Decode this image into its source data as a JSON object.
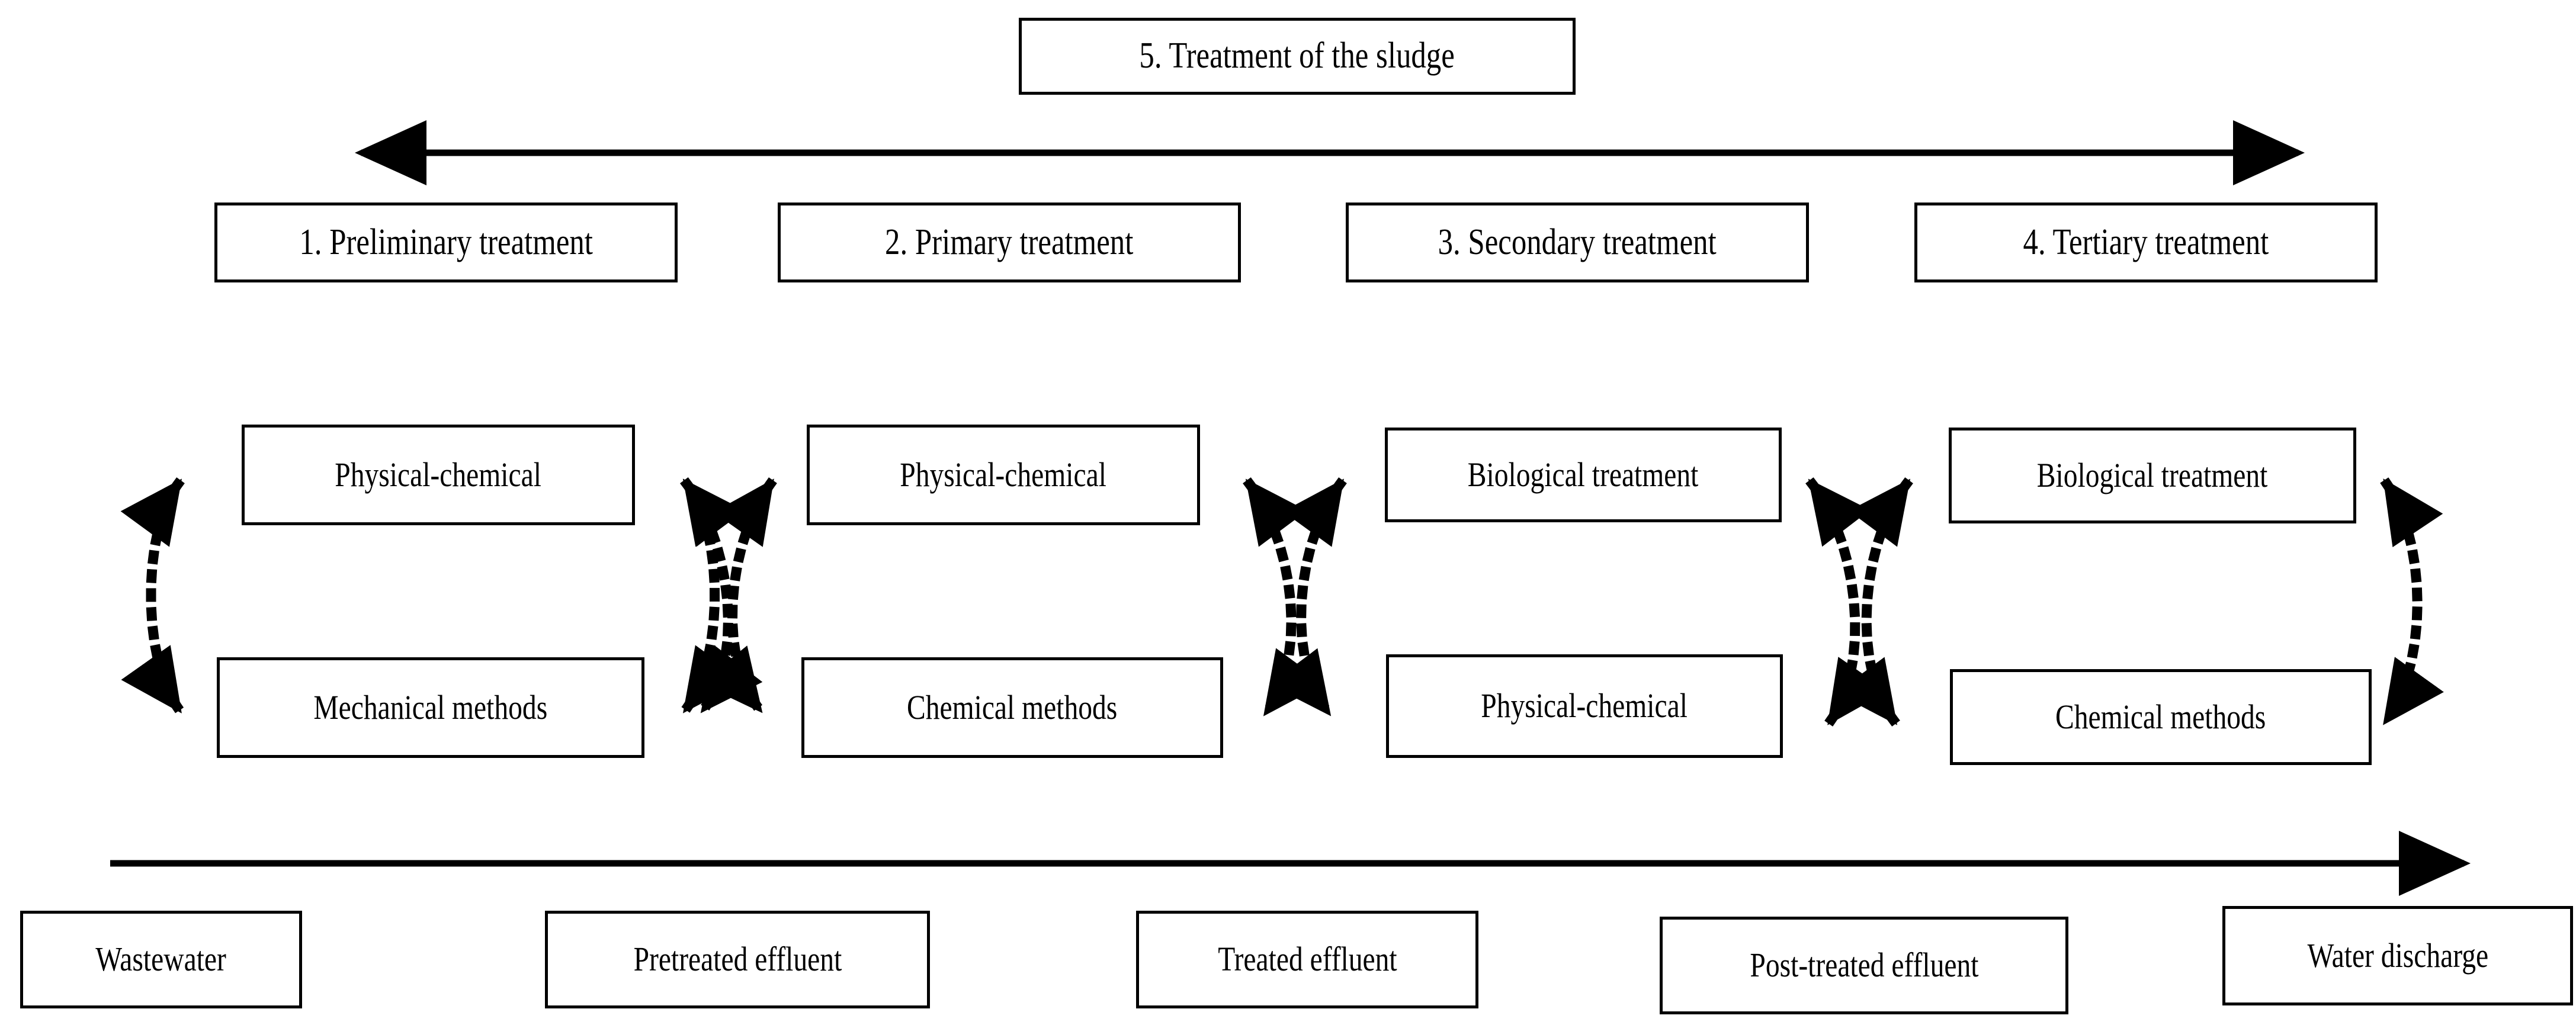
{
  "diagram": {
    "title_box": {
      "label": "5. Treatment of the sludge"
    },
    "stages": [
      {
        "label": "1. Preliminary treatment"
      },
      {
        "label": "2. Primary treatment"
      },
      {
        "label": "3. Secondary treatment"
      },
      {
        "label": "4. Tertiary treatment"
      }
    ],
    "methods": [
      {
        "top": "Physical-chemical",
        "bottom": "Mechanical methods"
      },
      {
        "top": "Physical-chemical",
        "bottom": "Chemical methods"
      },
      {
        "top": "Biological treatment",
        "bottom": "Physical-chemical"
      },
      {
        "top": "Biological treatment",
        "bottom": "Chemical methods"
      }
    ],
    "flow_boxes": [
      {
        "label": "Wastewater"
      },
      {
        "label": "Pretreated effluent"
      },
      {
        "label": "Treated effluent"
      },
      {
        "label": "Post-treated effluent"
      },
      {
        "label": "Water discharge"
      }
    ],
    "arrows": {
      "top_span": {
        "name": "double-headed-stage-span-arrow"
      },
      "bottom_flow": {
        "name": "water-flow-arrow"
      },
      "dotted_links": {
        "name": "dotted-double-arrow"
      }
    },
    "colors": {
      "line": "#000000",
      "background": "#ffffff",
      "text": "#000000"
    }
  }
}
